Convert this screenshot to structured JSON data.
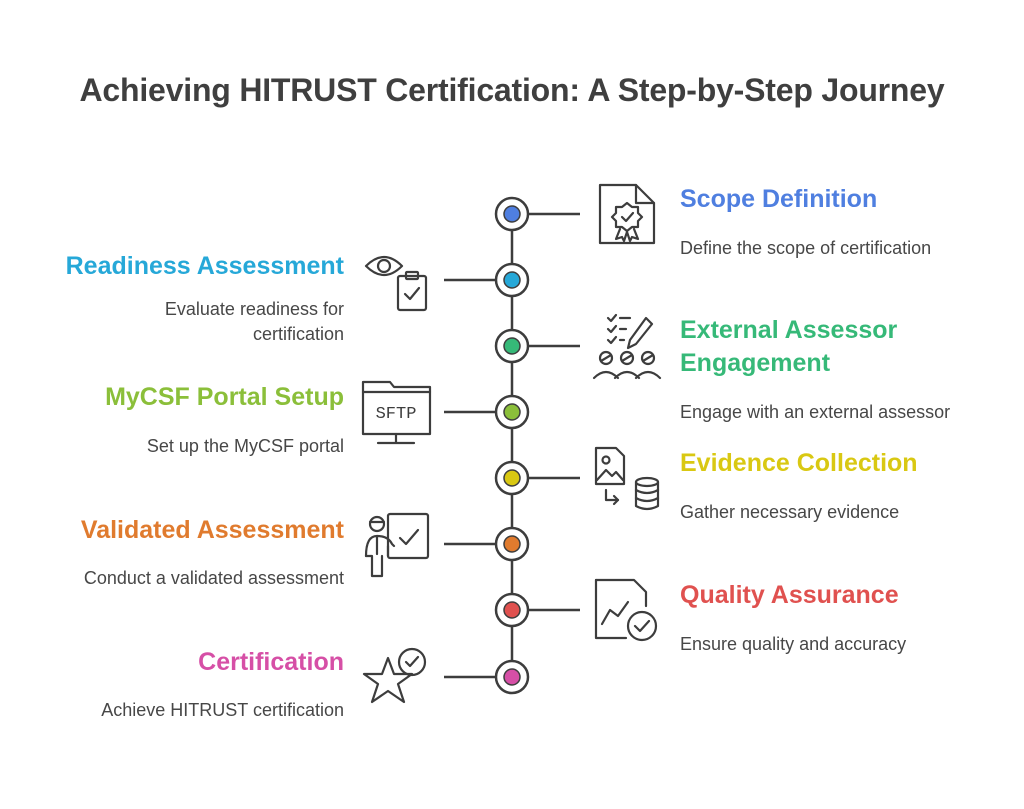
{
  "title": "Achieving HITRUST Certification: A Step-by-Step Journey",
  "steps": [
    {
      "title": "Scope Definition",
      "description": "Define the scope of certification",
      "color": "#4f7fe0",
      "icon": "certificate-icon"
    },
    {
      "title": "Readiness Assessment",
      "description_lines": [
        "Evaluate readiness for",
        "certification"
      ],
      "color": "#26a8d8",
      "icon": "eye-clipboard-icon"
    },
    {
      "title_lines": [
        "External Assessor",
        "Engagement"
      ],
      "description": "Engage with an external assessor",
      "color": "#36b978",
      "icon": "checklist-team-icon"
    },
    {
      "title": "MyCSF Portal Setup",
      "description": "Set up the MyCSF portal",
      "color": "#8bbf3a",
      "icon": "sftp-monitor-icon",
      "icon_text": "SFTP"
    },
    {
      "title": "Evidence Collection",
      "description": "Gather necessary evidence",
      "color": "#d9c812",
      "icon": "image-database-icon"
    },
    {
      "title": "Validated Assessment",
      "description": "Conduct a validated assessment",
      "color": "#e07b2e",
      "icon": "presenter-check-icon"
    },
    {
      "title": "Quality Assurance",
      "description": "Ensure quality and accuracy",
      "color": "#e0514f",
      "icon": "chart-check-icon"
    },
    {
      "title": "Certification",
      "description": "Achieve HITRUST certification",
      "color": "#d64fa6",
      "icon": "star-check-icon"
    }
  ]
}
